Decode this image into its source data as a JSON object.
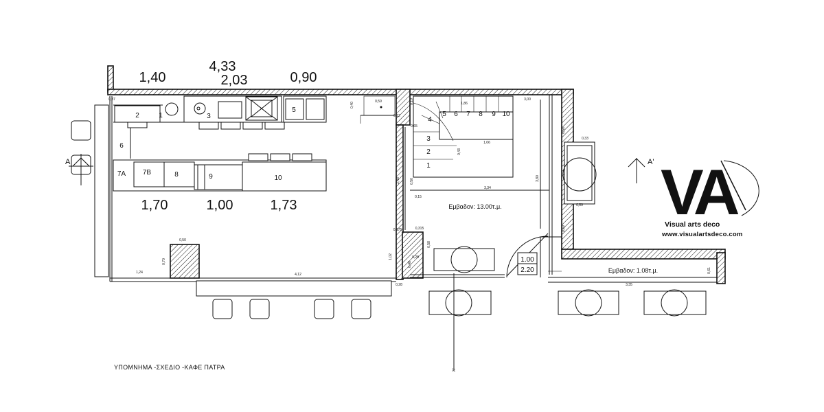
{
  "dimensions": {
    "top_total": "4,33",
    "top_left": "1,40",
    "top_mid": "2,03",
    "top_right": "0,90",
    "bottom_left": "1,70",
    "bottom_mid": "1,00",
    "bottom_right": "1,73"
  },
  "small_dims": {
    "bath_w": "0,59",
    "bath_h": "0,40",
    "bath_door": "0,12",
    "wall_a": "0,10",
    "stair_top": "1,86",
    "stair_width": "3,00",
    "stair_inner": "1,06",
    "stair_mid": "0,43",
    "stair_side": "0,65",
    "wall_vert": "2,48",
    "wall_b": "0,50",
    "room_width": "3,34",
    "room_depth": "3,80",
    "window_w": "0,33",
    "window_h": "0,56",
    "window_b": "0,59",
    "window_c": "0,69",
    "wall_c": "0,15",
    "pillar_w": "0,50",
    "pillar_h": "0,70",
    "bar_length": "4,12",
    "left_seg": "1,24",
    "side_a": "1,02",
    "side_b": "0,28",
    "side_c": "0,28",
    "side_d": "0,175",
    "side_e": "0,315",
    "side_f": "0,58",
    "side_g": "0,48",
    "left_wall": "0,37",
    "terrace_width": "3,35",
    "terrace_side": "0,61",
    "exit_mark": "77"
  },
  "equipment": {
    "e1": "1",
    "e2": "2",
    "e3": "3",
    "e5": "5",
    "e6": "6",
    "e7a": "7A",
    "e7b": "7B",
    "e8": "8",
    "e9": "9",
    "e10": "10"
  },
  "stairs": [
    "1",
    "2",
    "3",
    "4",
    "5",
    "6",
    "7",
    "8",
    "9",
    "10"
  ],
  "areas": {
    "main": "Εμβαδον: 13.00τ.μ.",
    "terrace": "Εμβαδον: 1.08τ.μ."
  },
  "door_label": {
    "w": "1.00",
    "h": "2.20"
  },
  "section": {
    "left": "A",
    "right": "A'"
  },
  "brand": {
    "initials": "VA",
    "name": "Visual arts deco",
    "url": "www.visualartsdeco.com"
  },
  "caption": "ΥΠΟΜΝΗΜΑ -ΣΧΕΔΙΟ -ΚΑΦΕ ΠΑΤΡΑ"
}
